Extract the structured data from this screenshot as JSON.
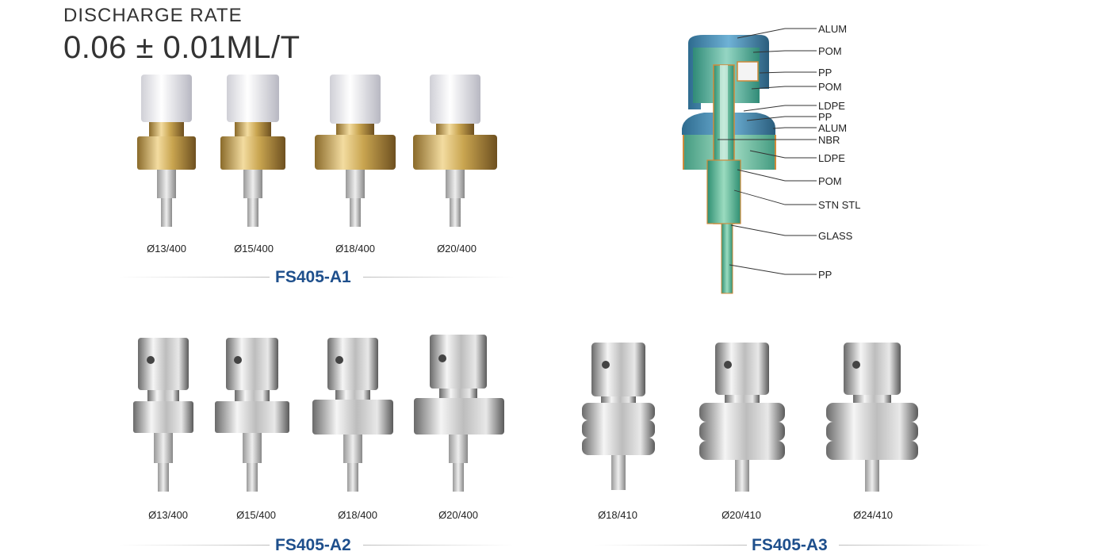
{
  "header": {
    "title": "DISCHARGE RATE",
    "rate": "0.06 ± 0.01ML/T"
  },
  "series": [
    {
      "name": "FS405-A1",
      "finish": "white-cap-gold-collar",
      "items": [
        {
          "size": "Ø13/400"
        },
        {
          "size": "Ø15/400"
        },
        {
          "size": "Ø18/400"
        },
        {
          "size": "Ø20/400"
        }
      ]
    },
    {
      "name": "FS405-A2",
      "finish": "silver",
      "items": [
        {
          "size": "Ø13/400"
        },
        {
          "size": "Ø15/400"
        },
        {
          "size": "Ø18/400"
        },
        {
          "size": "Ø20/400"
        }
      ]
    },
    {
      "name": "FS405-A3",
      "finish": "silver-ribbed",
      "items": [
        {
          "size": "Ø18/410"
        },
        {
          "size": "Ø20/410"
        },
        {
          "size": "Ø24/410"
        }
      ]
    }
  ],
  "diagram": {
    "materials": [
      "ALUM",
      "POM",
      "PP",
      "POM",
      "LDPE",
      "PP",
      "ALUM",
      "NBR",
      "LDPE",
      "POM",
      "STN STL",
      "GLASS",
      "PP"
    ]
  },
  "colors": {
    "series_blue": "#1e4f8c",
    "gold": "#c9a550",
    "silver": "#c8c8c8",
    "cross_section_green": "#3fae8a"
  }
}
